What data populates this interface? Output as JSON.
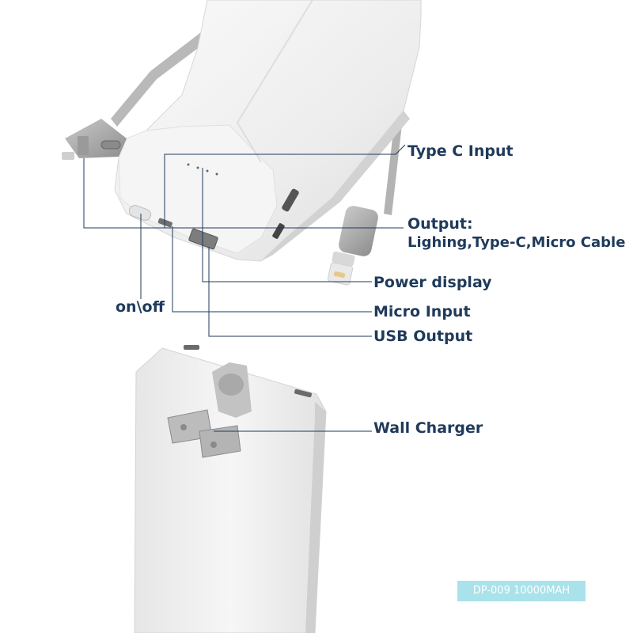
{
  "labels": {
    "type_c_input": "Type C Input",
    "output_line1": "Output:",
    "output_line2": "Lighing,Type-C,Micro Cable",
    "power_display": "Power display",
    "on_off": "on\\off",
    "micro_input": "Micro Input",
    "usb_output": "USB Output",
    "wall_charger": "Wall  Charger"
  },
  "badge": {
    "model": "DP-009 10000MAH"
  },
  "colors": {
    "label_text": "#1f3a5a",
    "leader_line": "#1f3a5a",
    "badge_bg": "#a9e2ea",
    "body": "#f1f1f1",
    "cable": "#b8b8b8"
  }
}
